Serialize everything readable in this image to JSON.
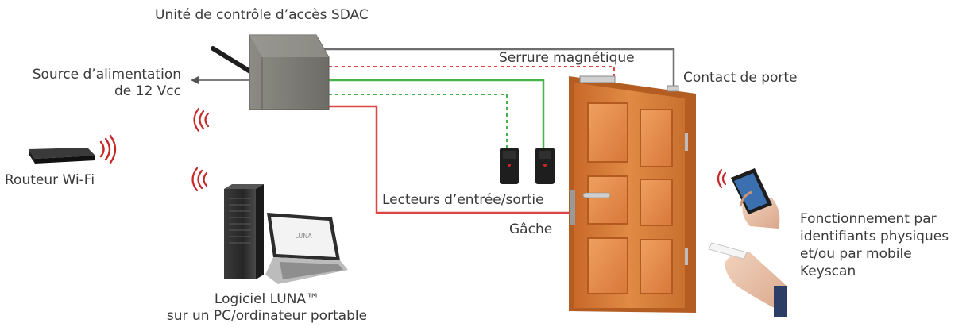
{
  "labels": {
    "sdac": "Unité de contrôle d’accès SDAC",
    "power_line1": "Source d’alimentation",
    "power_line2": "de 12 Vcc",
    "maglock": "Serrure magnétique",
    "door_contact": "Contact de porte",
    "router": "Routeur Wi-Fi",
    "readers": "Lecteurs d’entrée/sortie",
    "strike": "Gâche",
    "software_line1": "Logiciel LUNA™",
    "software_line2": "sur un PC/ordinateur portable",
    "credentials_line1": "Fonctionnement par",
    "credentials_line2": "identifiants physiques",
    "credentials_line3": "et/ou par mobile",
    "credentials_line4": "Keyscan"
  },
  "laptop_logo": "LUNA",
  "colors": {
    "wire_gray": "#6e6e6e",
    "wire_red": "#e04545",
    "wire_green": "#46b44a",
    "wifi_red": "#c62828",
    "door": "#d47a35",
    "door_panel": "#e58c47",
    "controller": "#7f7f78",
    "text": "#3a3a3a"
  }
}
